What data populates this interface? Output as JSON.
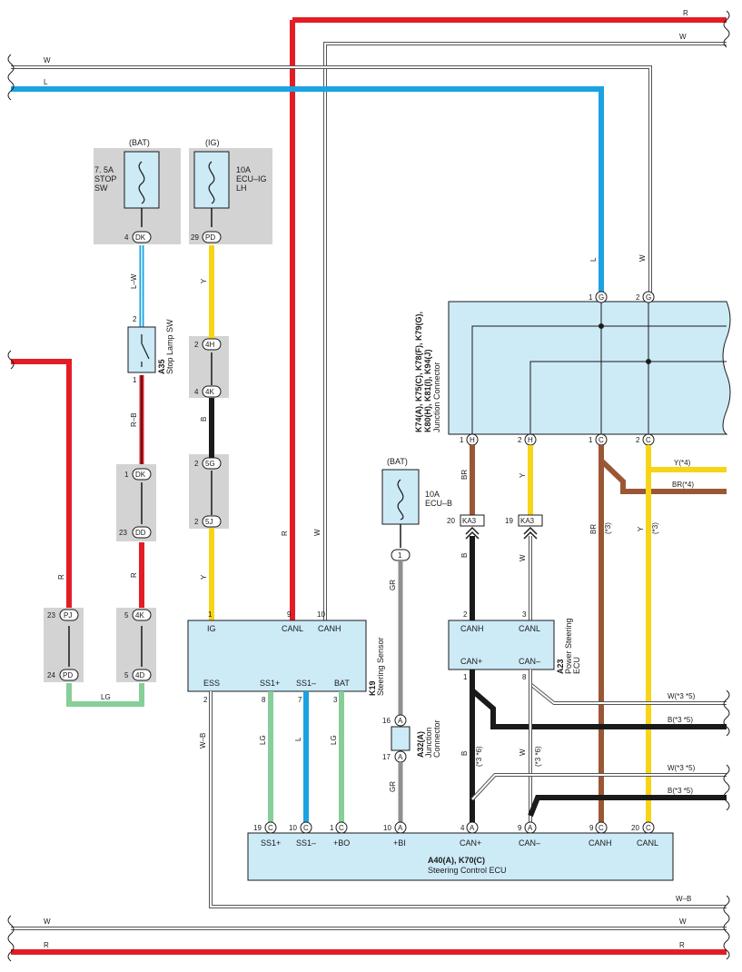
{
  "bus_lines": {
    "top_R": "R",
    "top_W1": "W",
    "top_W2": "W",
    "top_L": "L",
    "bottom_WB": "W–B",
    "bottom_W_left": "W",
    "bottom_W_right": "W",
    "bottom_R_left": "R",
    "bottom_R_right": "R"
  },
  "colors": {
    "R": "#e31d25",
    "L": "#1aa3e0",
    "Y": "#f7d417",
    "LG": "#86cf99",
    "BR": "#9b5735",
    "B": "#1a1a1a",
    "GR": "#8f8f8f",
    "W": "#ffffff",
    "ecu_fill": "#cdeaf7",
    "connector_gray": "#d3d3d3"
  },
  "fuses": {
    "stop": {
      "supply": "(BAT)",
      "rating": "7. 5A",
      "name1": "STOP",
      "name2": "SW"
    },
    "ecu_ig": {
      "supply": "(IG)",
      "rating": "10A",
      "name1": "ECU–IG",
      "name2": "LH"
    },
    "ecu_b": {
      "supply": "(BAT)",
      "rating": "10A",
      "name1": "ECU–B"
    }
  },
  "terminals": {
    "dk_top": {
      "pin": "4",
      "code": "DK"
    },
    "pd_top": {
      "pin": "29",
      "code": "PD"
    },
    "sw_top": {
      "pin": "2"
    },
    "sw_bot": {
      "pin": "1"
    },
    "h4": {
      "pin": "2",
      "code": "4H"
    },
    "k4": {
      "pin": "4",
      "code": "4K"
    },
    "g5": {
      "pin": "2",
      "code": "5G"
    },
    "j5": {
      "pin": "2",
      "code": "5J"
    },
    "dk2": {
      "pin": "1",
      "code": "DK"
    },
    "dd": {
      "pin": "23",
      "code": "DD"
    },
    "pj": {
      "pin": "23",
      "code": "PJ"
    },
    "pd2": {
      "pin": "24",
      "code": "PD"
    },
    "k4b": {
      "pin": "5",
      "code": "4K"
    },
    "d4": {
      "pin": "5",
      "code": "4D"
    },
    "fuse_b_out": {
      "code": "1"
    },
    "a16": {
      "pin": "16",
      "code": "A"
    },
    "a17": {
      "pin": "17",
      "code": "A"
    },
    "jc_g1": {
      "pin": "1",
      "code": "G"
    },
    "jc_g2": {
      "pin": "2",
      "code": "G"
    },
    "jc_h1": {
      "pin": "1",
      "code": "H"
    },
    "jc_h2": {
      "pin": "2",
      "code": "H"
    },
    "jc_c1": {
      "pin": "1",
      "code": "C"
    },
    "jc_c2": {
      "pin": "2",
      "code": "C"
    },
    "ka3_20": {
      "pin": "20",
      "code": "KA3"
    },
    "ka3_19": {
      "pin": "19",
      "code": "KA3"
    }
  },
  "wire_labels": {
    "lw": "L–W",
    "rb": "R–B",
    "r_mid": "R",
    "r_left": "R",
    "lg_bottom": "LG",
    "y_top": "Y",
    "b_mid": "B",
    "y_low": "Y",
    "r_main": "R",
    "w_main": "W",
    "l_jc": "L",
    "w_jc": "W",
    "br_h": "BR",
    "y_h": "Y",
    "br_c": "BR",
    "br_c_note": "(*3)",
    "y_c": "Y",
    "y_c_note": "(*3)",
    "y4": "Y(*4)",
    "br4": "BR(*4)",
    "b_ka3": "B",
    "w_ka3": "W",
    "gr1": "GR",
    "gr2": "GR",
    "wb": "W–B",
    "lg_ss1p": "LG",
    "l_ss1m": "L",
    "lg_bat": "LG",
    "b_canp": "B",
    "b_canp_note": "(*3 *6)",
    "w_canm": "W",
    "w_canm_note": "(*3 *6)",
    "w35_a": "W(*3 *5)",
    "b35_a": "B(*3 *5)",
    "w35_b": "W(*3 *5)",
    "b35_b": "B(*3 *5)"
  },
  "components": {
    "stop_sw": {
      "code": "A35",
      "name": "Stop Lamp SW"
    },
    "junction": {
      "code1": "K74(A), K75(C), K78(F), K79(G),",
      "code2": "K80(H), K81(I), K94(J)",
      "name": "Junction Connector"
    },
    "steering_sensor": {
      "code": "K19",
      "name": "Steering Sensor",
      "pins": {
        "ig": "IG",
        "canl": "CANL",
        "canh": "CANH",
        "ess": "ESS",
        "ss1p": "SS1+",
        "ss1m": "SS1–",
        "bat": "BAT"
      },
      "pin_numbers": {
        "ig": "1",
        "canl": "9",
        "canh": "10",
        "ess": "2",
        "ss1p": "8",
        "ss1m": "7",
        "bat": "3"
      }
    },
    "ps_ecu": {
      "code": "A23",
      "name1": "Power Steering",
      "name2": "ECU",
      "pins": {
        "canh": "CANH",
        "canl": "CANL",
        "canp": "CAN+",
        "canm": "CAN–"
      },
      "pin_numbers": {
        "canh": "2",
        "canl": "3",
        "canp": "1",
        "canm": "8"
      }
    },
    "a32": {
      "code": "A32(A)",
      "name1": "Junction",
      "name2": "Connector"
    },
    "steering_ecu": {
      "code": "A40(A), K70(C)",
      "name": "Steering Control ECU",
      "pins": {
        "ss1p": "SS1+",
        "ss1m": "SS1–",
        "bo": "+BO",
        "bi": "+BI",
        "canp": "CAN+",
        "canm": "CAN–",
        "canh": "CANH",
        "canl": "CANL"
      },
      "pin_numbers": {
        "ss1p": "19",
        "ss1m": "10",
        "bo": "1",
        "bi": "10",
        "canp": "4",
        "canm": "9",
        "canh": "9",
        "canl": "20"
      },
      "pin_codes": {
        "ss1p": "C",
        "ss1m": "C",
        "bo": "C",
        "bi": "A",
        "canp": "A",
        "canm": "A",
        "canh": "C",
        "canl": "C"
      }
    }
  }
}
